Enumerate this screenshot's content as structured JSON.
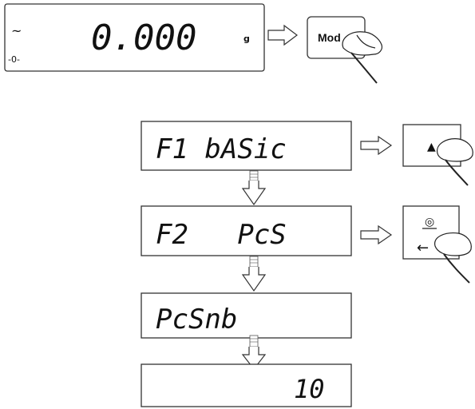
{
  "top_display": {
    "stability_mark": "~",
    "zero_mark": "-0-",
    "reading": "0.000",
    "unit": "g"
  },
  "mode_key": {
    "label": "Mod"
  },
  "steps": [
    {
      "text": "F1 bASic"
    },
    {
      "text": "F2   PcS"
    },
    {
      "text": "PcSnb"
    },
    {
      "text": "10"
    }
  ],
  "up_key": {
    "symbol": "▲"
  },
  "enter_key": {
    "symbol": "◎",
    "arrow": "←"
  },
  "icons": [
    "hollow-arrow-right",
    "hollow-arrow-down",
    "finger-press"
  ]
}
